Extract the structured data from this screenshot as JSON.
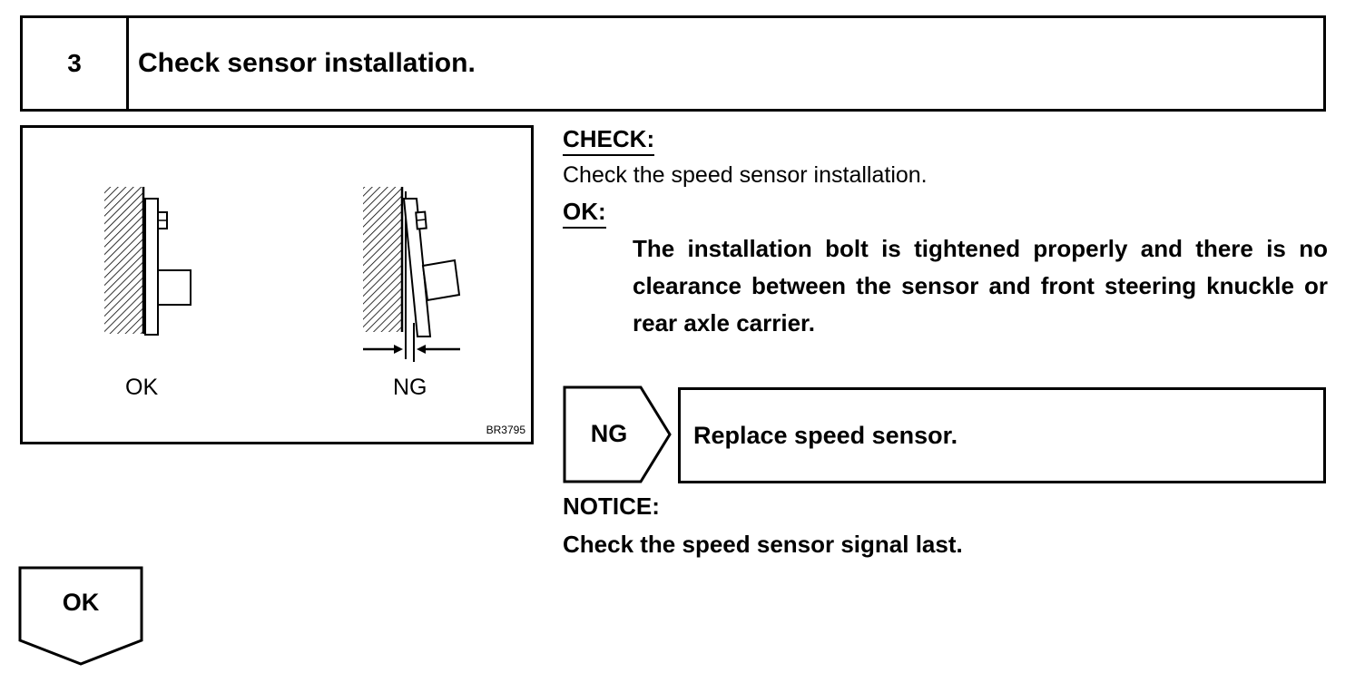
{
  "step": {
    "number": "3",
    "title": "Check sensor installation."
  },
  "figure": {
    "label_ok": "OK",
    "label_ng": "NG",
    "code": "BR3795"
  },
  "check": {
    "heading": "CHECK:",
    "text": "Check the speed sensor installation."
  },
  "ok_section": {
    "heading": "OK:",
    "criteria": "The installation bolt is tightened properly and there is no clearance between the sensor and front steering knuckle or rear axle carrier."
  },
  "ng_branch": {
    "label": "NG",
    "action": "Replace speed sensor."
  },
  "notice": {
    "heading": "NOTICE:",
    "text": "Check the speed sensor signal last."
  },
  "ok_branch": {
    "label": "OK"
  }
}
